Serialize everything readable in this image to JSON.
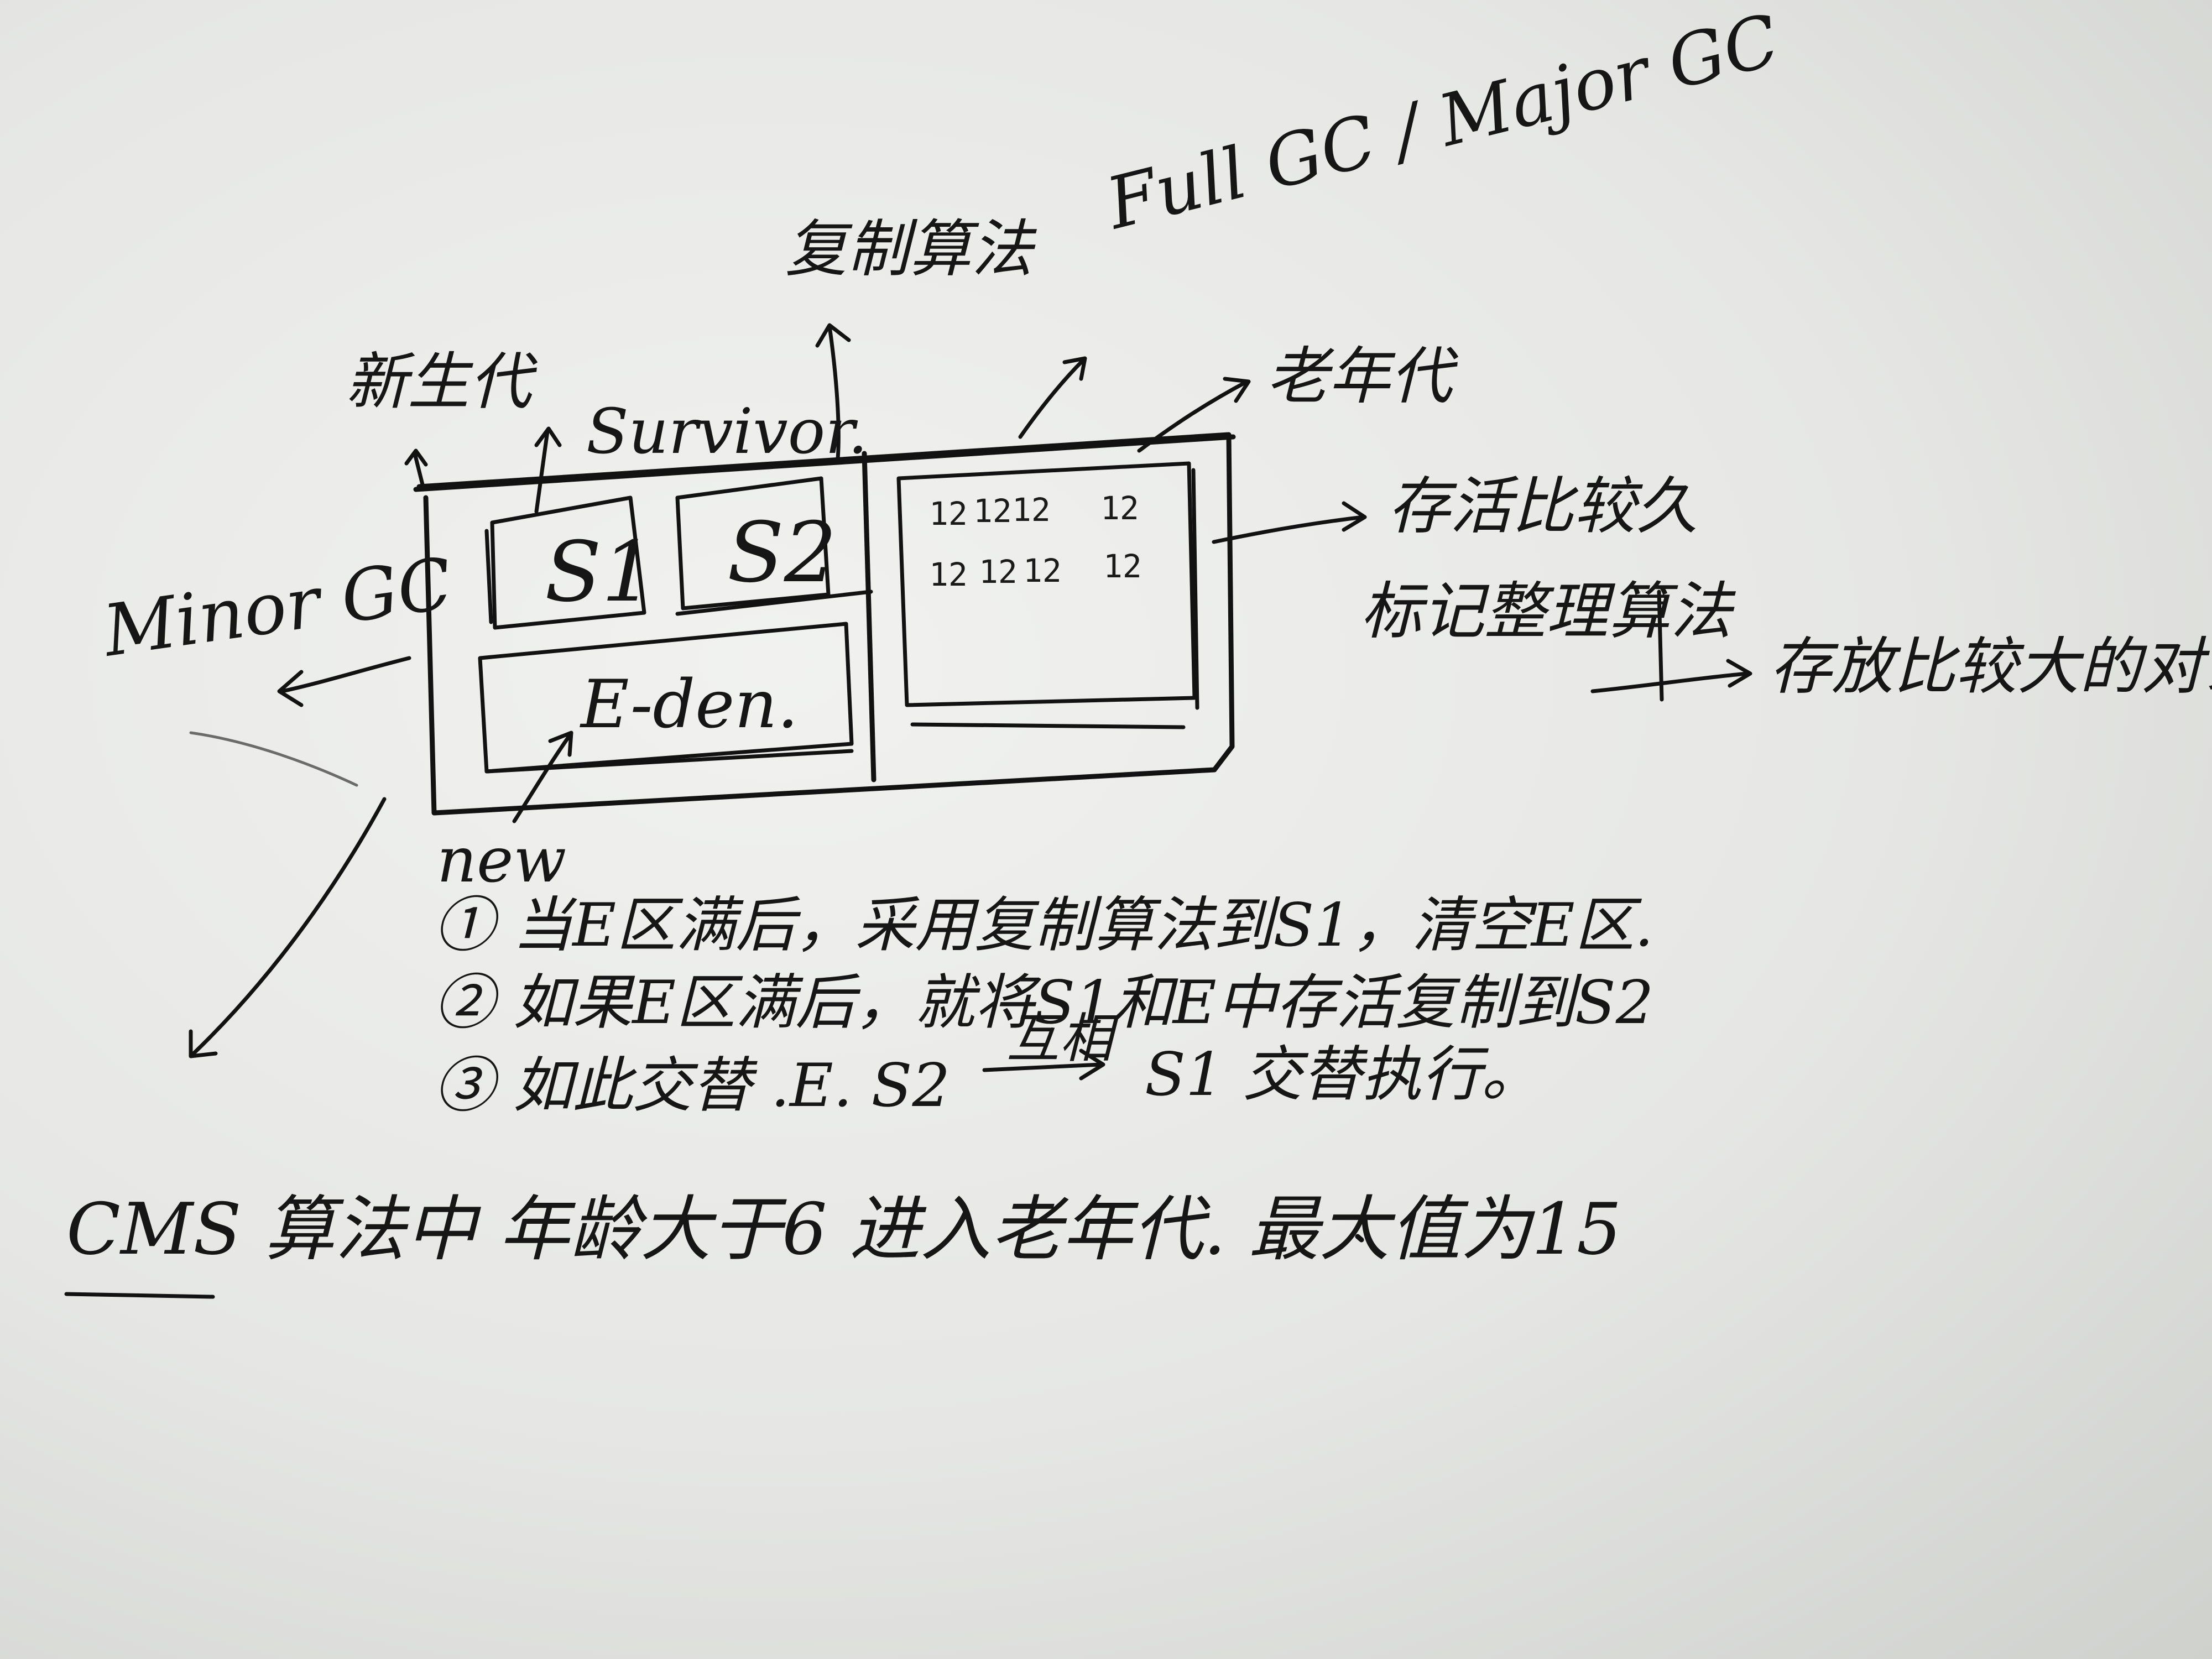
{
  "labels": {
    "xinshengdai": "新生代",
    "survivor": "Survivor.",
    "fuzhi": "复制算法",
    "fullgc": "Full GC / Major GC",
    "laonian": "老年代",
    "cunhuo": "存活比较久",
    "biaoji": "标记整理算法",
    "cunfang": "存放比较大的对象",
    "minorgc": "Minor GC",
    "new": "new",
    "s1": "S1",
    "s2": "S2",
    "eden": "E-den."
  },
  "old_gen_marks": {
    "row1": [
      "12",
      "12",
      "12",
      "12"
    ],
    "row2": [
      "12",
      "12",
      "12",
      "12"
    ]
  },
  "notes": [
    {
      "num": "①",
      "text": "当E区满后，采用复制算法到S1，清空E区."
    },
    {
      "num": "②",
      "text": "如果E区满后，就将S1和E中存活复制到S2"
    },
    {
      "num": "③",
      "text": "如此交替 .E. S2"
    }
  ],
  "note3_arrow_label": "互相",
  "note3_tail": "S1 交替执行。",
  "footer": "CMS 算法中 年龄大于6 进入老年代. 最大值为15"
}
